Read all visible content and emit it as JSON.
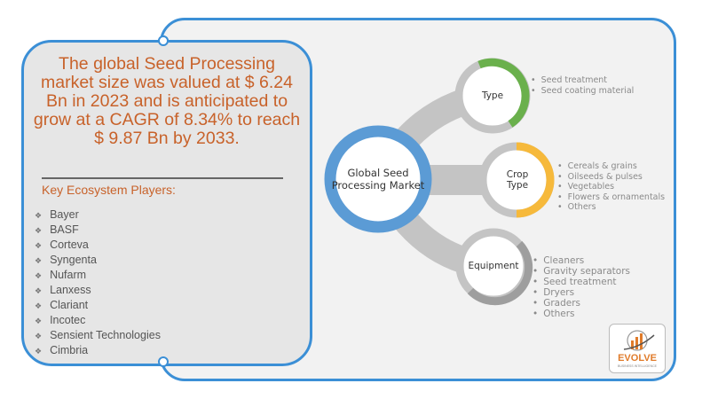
{
  "summary": {
    "headline": "The global Seed Processing market size was valued at $ 6.24 Bn in 2023 and is anticipated to grow at a CAGR of 8.34% to reach $ 9.87 Bn by 2033.",
    "players_title": "Key Ecosystem Players:",
    "players": [
      "Bayer",
      "BASF",
      "Corteva",
      "Syngenta",
      "Nufarm",
      "Lanxess",
      "Clariant",
      "Incotec",
      "Sensient Technologies",
      "Cimbria"
    ]
  },
  "diagram": {
    "center": "Global Seed Processing Market",
    "segments": [
      {
        "label": "Type",
        "color": "#6ab04c",
        "items": [
          "Seed treatment",
          "Seed coating material"
        ]
      },
      {
        "label": "Crop Type",
        "color": "#f6b93b",
        "items": [
          "Cereals & grains",
          "Oilseeds & pulses",
          "Vegetables",
          "Flowers & ornamentals",
          "Others"
        ]
      },
      {
        "label": "Equipment",
        "color": "#9e9e9e",
        "items": [
          "Cleaners",
          "Gravity separators",
          "Seed treatment",
          "Dryers",
          "Graders",
          "Others"
        ]
      }
    ]
  },
  "logo": {
    "name": "EVOLVE",
    "tagline": "BUSINESS INTELLIGENCE"
  },
  "colors": {
    "accent": "#3b8fd6",
    "text_orange": "#c8622a"
  }
}
